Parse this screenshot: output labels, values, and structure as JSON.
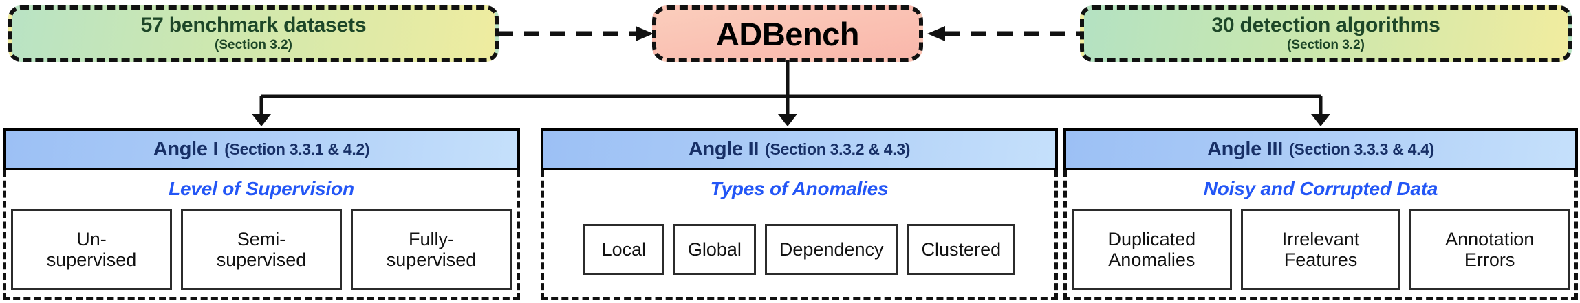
{
  "top": {
    "datasets": {
      "title": "57 benchmark datasets",
      "section": "(Section 3.2)"
    },
    "center": {
      "title": "ADBench"
    },
    "algorithms": {
      "title": "30 detection algorithms",
      "section": "(Section 3.2)"
    }
  },
  "connectors": {
    "left_arrow": "dashed-arrow-right-icon",
    "right_arrow": "dashed-arrow-left-icon",
    "tree": "tree-branch-three-arrows-icon"
  },
  "angles": [
    {
      "name": "Angle I",
      "section": "(Section 3.3.1 & 4.2)",
      "subtitle": "Level of Supervision",
      "items": [
        "Un-\nsupervised",
        "Semi-\nsupervised",
        "Fully-\nsupervised"
      ]
    },
    {
      "name": "Angle II",
      "section": "(Section 3.3.2 & 4.3)",
      "subtitle": "Types of Anomalies",
      "items": [
        "Local",
        "Global",
        "Dependency",
        "Clustered"
      ]
    },
    {
      "name": "Angle III",
      "section": "(Section 3.3.3 & 4.4)",
      "subtitle": "Noisy and Corrupted Data",
      "items": [
        "Duplicated\nAnomalies",
        "Irrelevant\nFeatures",
        "Annotation\nErrors"
      ]
    }
  ],
  "colors": {
    "green": "#b9e3c4",
    "yellow": "#efeca0",
    "pink": "#fac7b3",
    "blue_left": "#9cc0f5",
    "blue_right": "#c5e0fb",
    "green_text": "#1d4628",
    "navy_text": "#172f66",
    "blue_text": "#2356f6",
    "outline": "#111111"
  }
}
